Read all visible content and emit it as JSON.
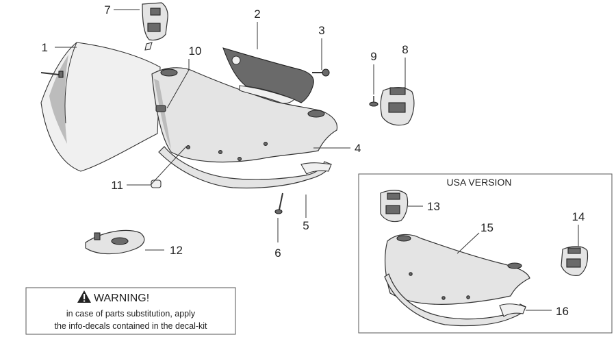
{
  "callouts": [
    {
      "label": "1"
    },
    {
      "label": "2"
    },
    {
      "label": "3"
    },
    {
      "label": "4"
    },
    {
      "label": "5"
    },
    {
      "label": "6"
    },
    {
      "label": "7"
    },
    {
      "label": "8"
    },
    {
      "label": "9"
    },
    {
      "label": "10"
    },
    {
      "label": "11"
    },
    {
      "label": "12"
    },
    {
      "label": "13"
    },
    {
      "label": "14"
    },
    {
      "label": "15"
    },
    {
      "label": "16"
    }
  ],
  "usa_box": {
    "title": "USA VERSION"
  },
  "warning": {
    "icon": "warning-triangle-icon",
    "title": "WARNING!",
    "line1": "in case of parts substitution, apply",
    "line2": "the info-decals contained in the decal-kit"
  }
}
